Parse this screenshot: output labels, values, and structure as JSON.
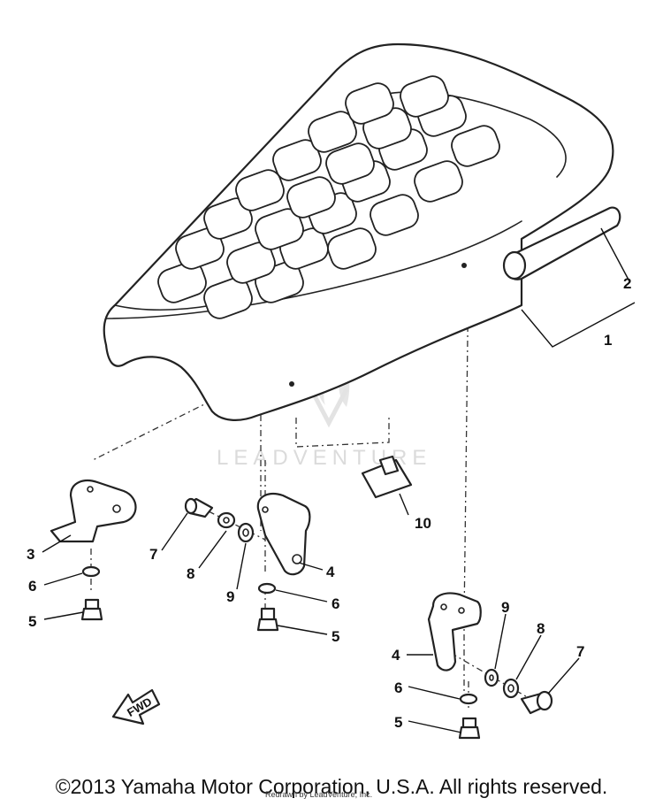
{
  "watermark": {
    "text": "LEADVENTURE"
  },
  "direction_label": "FWD",
  "callouts": [
    {
      "id": "1",
      "label": "1"
    },
    {
      "id": "2",
      "label": "2"
    },
    {
      "id": "3",
      "label": "3"
    },
    {
      "id": "4a",
      "label": "4"
    },
    {
      "id": "4b",
      "label": "4"
    },
    {
      "id": "5a",
      "label": "5"
    },
    {
      "id": "5b",
      "label": "5"
    },
    {
      "id": "5c",
      "label": "5"
    },
    {
      "id": "6a",
      "label": "6"
    },
    {
      "id": "6b",
      "label": "6"
    },
    {
      "id": "6c",
      "label": "6"
    },
    {
      "id": "7a",
      "label": "7"
    },
    {
      "id": "7b",
      "label": "7"
    },
    {
      "id": "8a",
      "label": "8"
    },
    {
      "id": "8b",
      "label": "8"
    },
    {
      "id": "9a",
      "label": "9"
    },
    {
      "id": "9b",
      "label": "9"
    },
    {
      "id": "10",
      "label": "10"
    }
  ],
  "footer": {
    "copyright": "©2013 Yamaha Motor Corporation, U.S.A. All rights reserved.",
    "redrawn": "Redrawn by LeadVenture, Inc."
  }
}
